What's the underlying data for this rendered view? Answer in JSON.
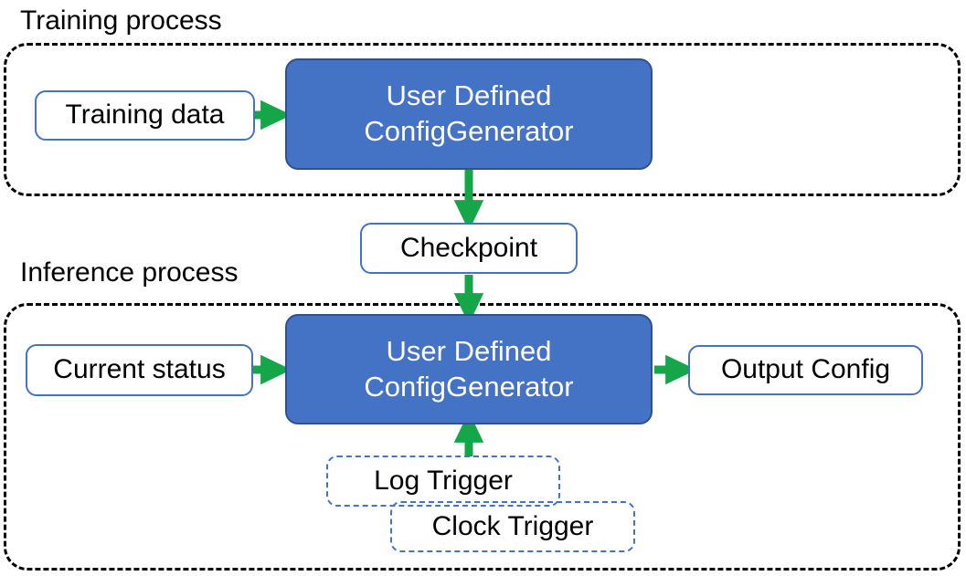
{
  "diagram": {
    "title_training": "Training process",
    "title_inference": "Inference process",
    "accent_blue": "#4472C4",
    "accent_blue_dark": "#2F528F",
    "arrow_green": "#16A64A",
    "container_border": "#000000",
    "background": "#FFFFFF",
    "groups": [
      {
        "id": "training",
        "label": "Training process"
      },
      {
        "id": "inference",
        "label": "Inference process"
      }
    ],
    "nodes": {
      "training_data": "Training data",
      "config_generator_training": "User Defined\nConfigGenerator",
      "checkpoint": "Checkpoint",
      "current_status": "Current status",
      "config_generator_inference": "User Defined\nConfigGenerator",
      "output_config": "Output Config",
      "log_trigger": "Log Trigger",
      "clock_trigger": "Clock Trigger"
    },
    "edges": [
      {
        "from": "Training data",
        "to": "User Defined ConfigGenerator",
        "direction": "right"
      },
      {
        "from": "User Defined ConfigGenerator",
        "to": "Checkpoint",
        "direction": "down"
      },
      {
        "from": "Checkpoint",
        "to": "User Defined ConfigGenerator",
        "direction": "down"
      },
      {
        "from": "Current status",
        "to": "User Defined ConfigGenerator",
        "direction": "right"
      },
      {
        "from": "User Defined ConfigGenerator",
        "to": "Output Config",
        "direction": "right"
      },
      {
        "from": "Log Trigger",
        "to": "User Defined ConfigGenerator",
        "direction": "up"
      }
    ]
  }
}
